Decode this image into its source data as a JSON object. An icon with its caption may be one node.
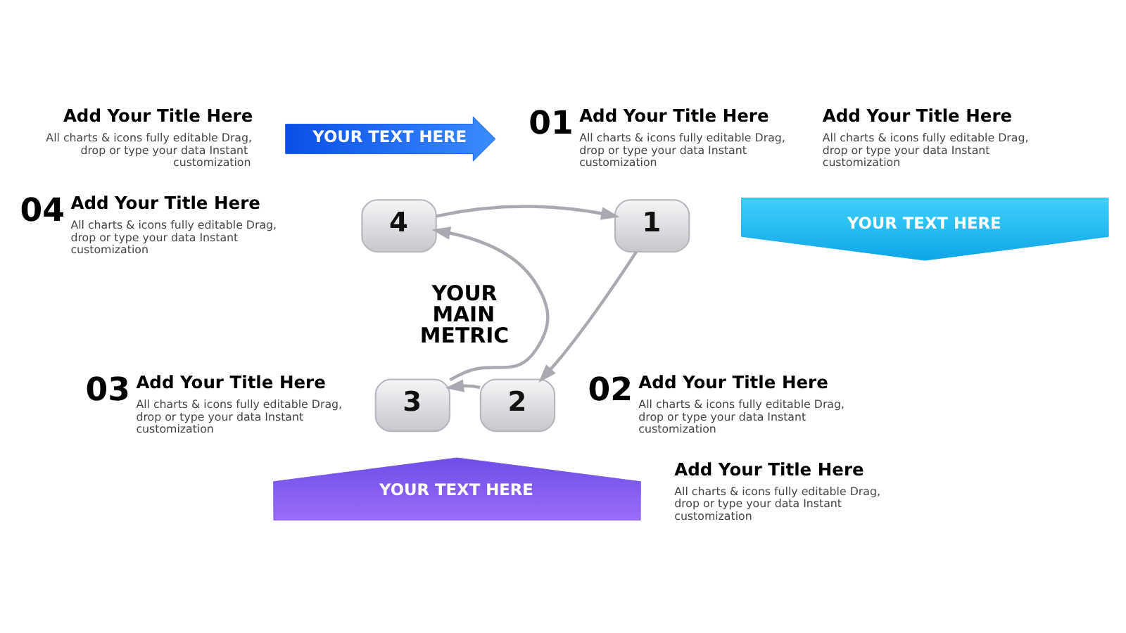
{
  "diagram": {
    "nodes": [
      {
        "text": [
          "YOUR TEXT HERE"
        ],
        "beside": [
          "Add Your Title Here",
          "All charts & icons fully editable Drag, drop or type your data Instant customization"
        ]
      },
      {
        "text": [
          "1"
        ]
      },
      {
        "text": [
          "YOUR TEXT HERE"
        ],
        "beside": [
          "Add Your Title Here",
          "All charts & icons fully editable Drag, drop or type your data Instant customization"
        ]
      },
      {
        "text": [
          "4"
        ]
      },
      {
        "text": [
          "3"
        ]
      },
      {
        "text": [
          "2"
        ]
      },
      {
        "text": [
          "YOUR TEXT HERE"
        ],
        "beside": [
          "Add Your Title Here",
          "All charts & icons fully editable Drag, drop or type your data Instant customization"
        ]
      }
    ],
    "edges": [
      {
        "from": 1,
        "to": 5,
        "arrow": "to"
      },
      {
        "from": 5,
        "to": 4,
        "arrow": "to"
      },
      {
        "from": 4,
        "to": 3,
        "arrow": "to"
      },
      {
        "from": 3,
        "to": 1,
        "arrow": "to"
      }
    ],
    "labels": [
      "01",
      "Add Your Title Here",
      "All charts & icons fully editable Drag, drop or type your data Instant customization",
      "04",
      "Add Your Title Here",
      "All charts & icons fully editable Drag, drop or type your data Instant customization",
      "YOUR MAIN METRIC",
      "03",
      "Add Your Title Here",
      "All charts & icons fully editable Drag, drop or type your data Instant customization",
      "02",
      "Add Your Title Here",
      "All charts & icons fully editable Drag, drop or type your data Instant customization"
    ]
  }
}
